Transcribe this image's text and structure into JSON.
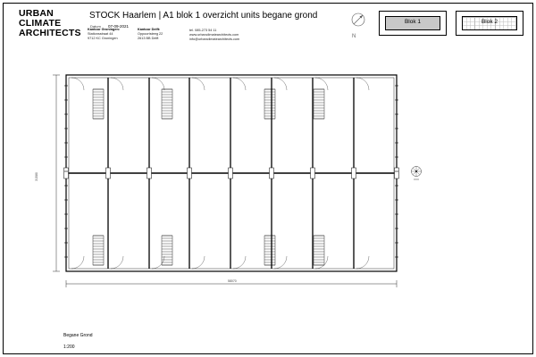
{
  "logo": {
    "line1": "URBAN",
    "line2": "CLIMATE",
    "line3": "ARCHITECTS"
  },
  "title": "STOCK Haarlem | A1 blok 1 overzicht units begane grond",
  "datum_label": "Datum",
  "datum_value": "07-09-2021",
  "office_groningen": {
    "name": "Kantoor Groningen:",
    "street": "Stationsstraat 44",
    "city": "9712 KC Groningen"
  },
  "office_delft": {
    "name": "Kantoor Delft:",
    "street": "Oppoortsteeg 22",
    "city": "2613 BB Delft"
  },
  "contact": {
    "phone": "tel. 085-273 54 11",
    "web": "www.urbanclimatearchitects.com",
    "email": "info@urbanclimatearchitects.com"
  },
  "north_label": "N",
  "blocks": [
    {
      "label": "Blok 1",
      "active": true
    },
    {
      "label": "Blok 2",
      "active": false
    }
  ],
  "dimensions": {
    "total": "58070",
    "side": "31580"
  },
  "level_label": "Begane Grond",
  "scale_label": "1:200",
  "colors": {
    "line": "#000000",
    "active_block_fill": "#c8c8c8",
    "background": "#ffffff"
  },
  "icons": {
    "compass": "north-arrow-icon",
    "stair": "spiral-stair-icon"
  }
}
